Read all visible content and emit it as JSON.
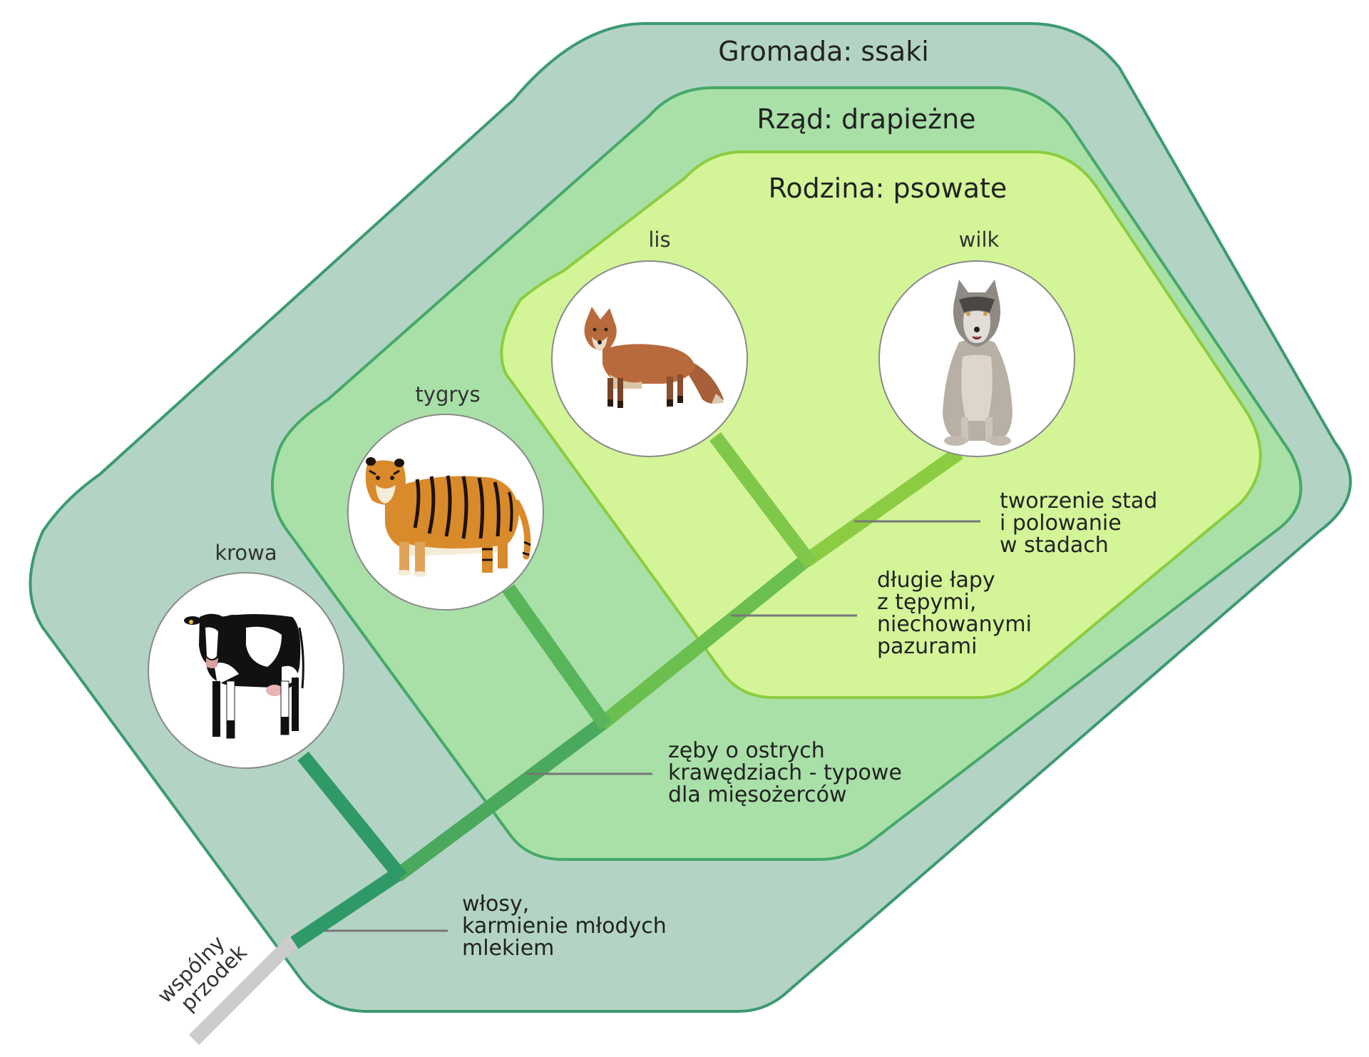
{
  "groups": {
    "class_label": "Gromada: ssaki",
    "order_label": "Rząd: drapieżne",
    "family_label": "Rodzina: psowate"
  },
  "animals": {
    "cow": "krowa",
    "tiger": "tygrys",
    "fox": "lis",
    "wolf": "wilk"
  },
  "traits": {
    "mammals": [
      "włosy,",
      "karmienie młodych",
      "mlekiem"
    ],
    "carnivores": [
      "zęby o ostrych",
      "krawędziach - typowe",
      "dla mięsożerców"
    ],
    "canids": [
      "długie łapy",
      "z tępymi,",
      "niechowanymi",
      "pazurami"
    ],
    "wolf": [
      "tworzenie stad",
      "i polowanie",
      "w stadach"
    ]
  },
  "ancestor": [
    "wspólny",
    "przodek"
  ],
  "colors": {
    "class_fill": "#b3d4c4",
    "class_stroke": "#3c9a72",
    "order_fill": "#a8e0a8",
    "order_stroke": "#46a86a",
    "family_fill": "#d3f598",
    "family_stroke": "#8ccc3e",
    "stem_dark": "#2f9a68",
    "stem_mid": "#58b55a",
    "stem_light": "#8ccc42",
    "ancestor_stem": "#cccccc"
  }
}
